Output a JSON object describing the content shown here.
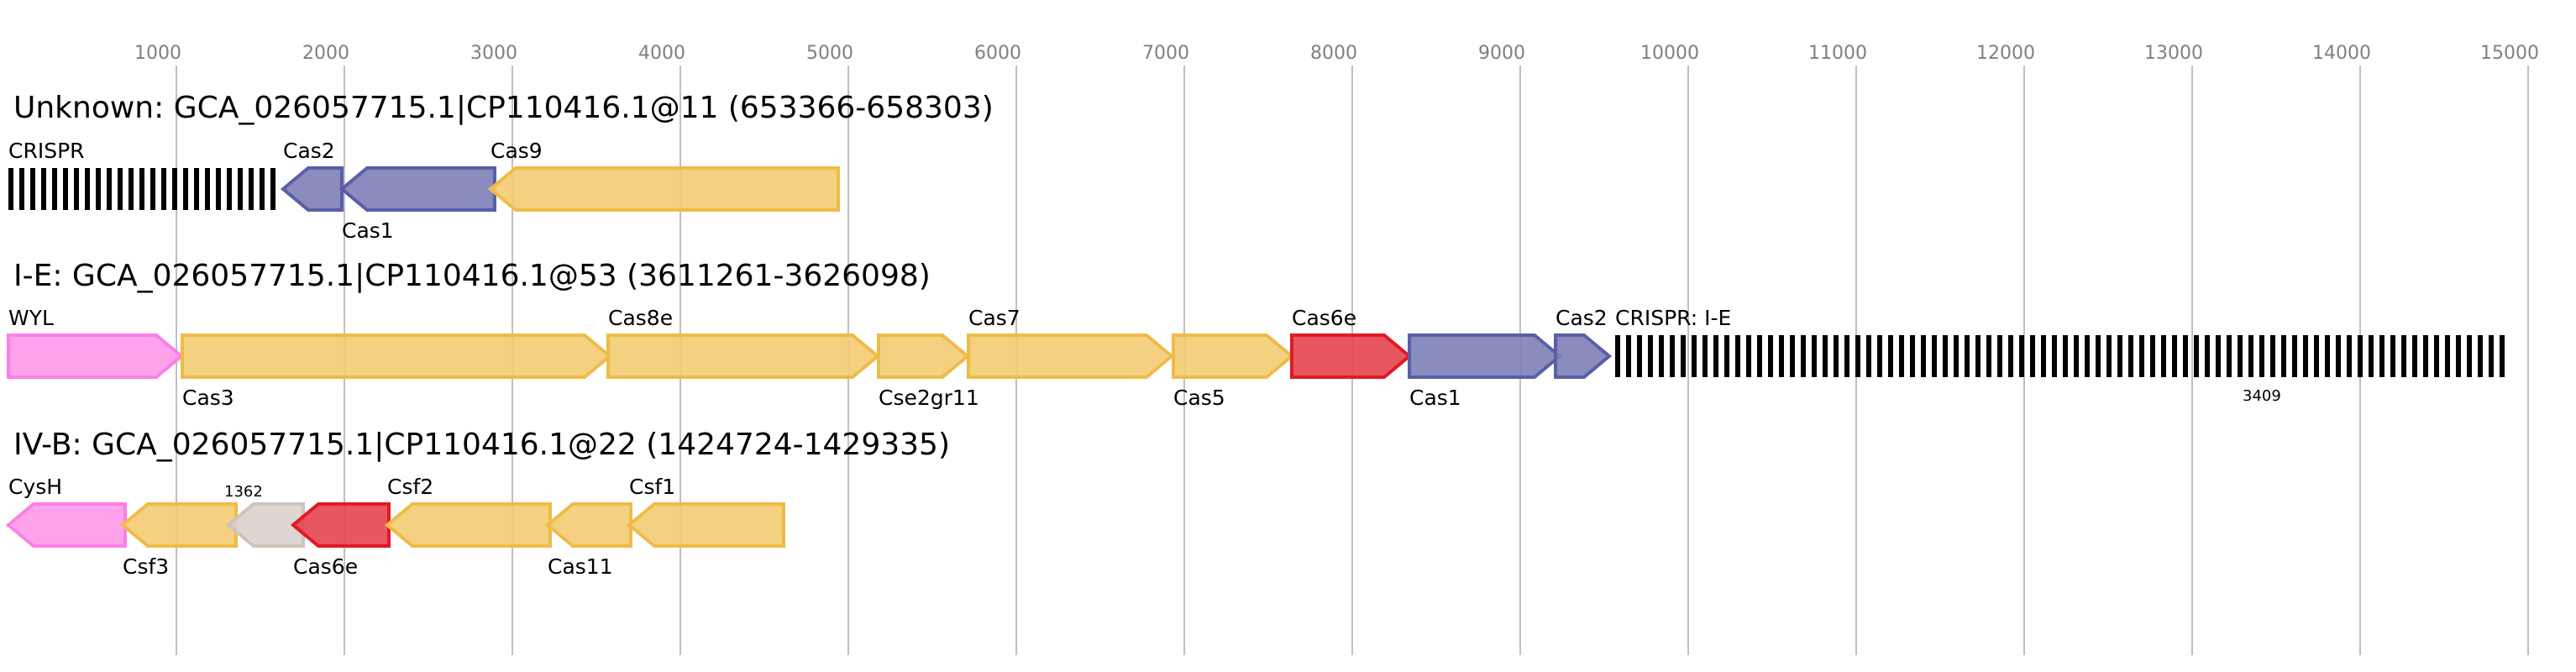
{
  "axis": {
    "ticks": [
      1000,
      2000,
      3000,
      4000,
      5000,
      6000,
      7000,
      8000,
      9000,
      10000,
      11000,
      12000,
      13000,
      14000,
      15000
    ]
  },
  "colors": {
    "yellow": {
      "fill": "#f2cc72",
      "stroke": "#efbb47"
    },
    "blue": {
      "fill": "#7c7fb5",
      "stroke": "#5a5ea8"
    },
    "red": {
      "fill": "#e6454f",
      "stroke": "#df1a26"
    },
    "pink": {
      "fill": "#fe99e9",
      "stroke": "#fd7ee6"
    },
    "gray": {
      "fill": "#d9d2cc",
      "stroke": "#cdc4bc"
    },
    "crispr": "#000000",
    "grid": "#c0c0c0"
  },
  "tracks": [
    {
      "title": "Unknown: GCA_026057715.1|CP110416.1@11 (653366-658303)",
      "genes": [
        {
          "label": "CRISPR",
          "start": 0,
          "end": 1575,
          "strand": "crispr",
          "color": "crispr",
          "pos": "above"
        },
        {
          "label": "Cas2",
          "start": 1635,
          "end": 1985,
          "strand": "-",
          "color": "blue",
          "pos": "above"
        },
        {
          "label": "Cas1",
          "start": 1985,
          "end": 2895,
          "strand": "-",
          "color": "blue",
          "pos": "below"
        },
        {
          "label": "Cas9",
          "start": 2870,
          "end": 4940,
          "strand": "-",
          "color": "yellow",
          "pos": "above"
        }
      ]
    },
    {
      "title": "I-E: GCA_026057715.1|CP110416.1@53 (3611261-3626098)",
      "genes": [
        {
          "label": "WYL",
          "start": 0,
          "end": 1030,
          "strand": "+",
          "color": "pink",
          "pos": "above"
        },
        {
          "label": "Cas3",
          "start": 1035,
          "end": 3580,
          "strand": "+",
          "color": "yellow",
          "pos": "below"
        },
        {
          "label": "Cas8e",
          "start": 3570,
          "end": 5175,
          "strand": "+",
          "color": "yellow",
          "pos": "above"
        },
        {
          "label": "Cse2gr11",
          "start": 5180,
          "end": 5710,
          "strand": "+",
          "color": "yellow",
          "pos": "below"
        },
        {
          "label": "Cas7",
          "start": 5715,
          "end": 6925,
          "strand": "+",
          "color": "yellow",
          "pos": "above"
        },
        {
          "label": "Cas5",
          "start": 6935,
          "end": 7640,
          "strand": "+",
          "color": "yellow",
          "pos": "below"
        },
        {
          "label": "Cas6e",
          "start": 7640,
          "end": 8340,
          "strand": "+",
          "color": "red",
          "pos": "above"
        },
        {
          "label": "Cas1",
          "start": 8340,
          "end": 9235,
          "strand": "+",
          "color": "blue",
          "pos": "below"
        },
        {
          "label": "Cas2",
          "start": 9210,
          "end": 9530,
          "strand": "+",
          "color": "blue",
          "pos": "above"
        },
        {
          "label": "CRISPR: I-E",
          "start": 9565,
          "end": 14835,
          "strand": "crispr",
          "color": "crispr",
          "pos": "above"
        }
      ],
      "notes": [
        {
          "label": "3409",
          "at": 13300
        }
      ]
    },
    {
      "title": "IV-B: GCA_026057715.1|CP110416.1@22 (1424724-1429335)",
      "genes": [
        {
          "label": "CysH",
          "start": 0,
          "end": 695,
          "strand": "-",
          "color": "pink",
          "pos": "above"
        },
        {
          "label": "Csf3",
          "start": 680,
          "end": 1355,
          "strand": "-",
          "color": "yellow",
          "pos": "below"
        },
        {
          "label": "1362",
          "start": 1310,
          "end": 1755,
          "strand": "-",
          "color": "gray",
          "pos": "above",
          "small": true
        },
        {
          "label": "Cas6e",
          "start": 1695,
          "end": 2265,
          "strand": "-",
          "color": "red",
          "pos": "below"
        },
        {
          "label": "Csf2",
          "start": 2255,
          "end": 3225,
          "strand": "-",
          "color": "yellow",
          "pos": "above"
        },
        {
          "label": "Cas11",
          "start": 3210,
          "end": 3705,
          "strand": "-",
          "color": "yellow",
          "pos": "below"
        },
        {
          "label": "Csf1",
          "start": 3695,
          "end": 4615,
          "strand": "-",
          "color": "yellow",
          "pos": "above"
        }
      ]
    }
  ]
}
